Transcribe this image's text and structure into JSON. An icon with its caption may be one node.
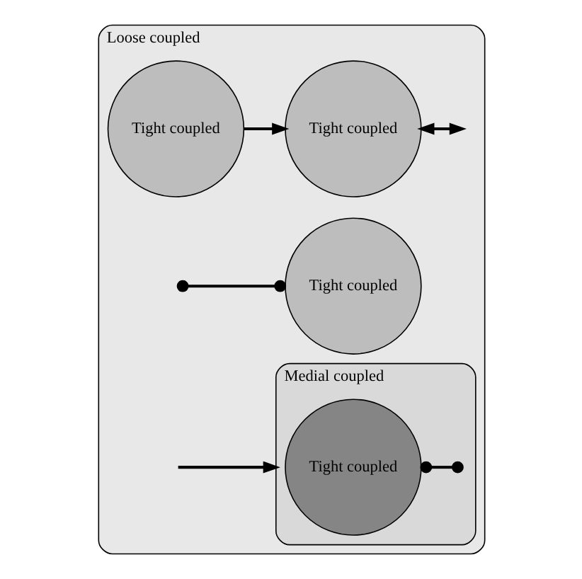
{
  "diagram": {
    "nodes": [
      {
        "text": [
          "Loose coupled"
        ]
      },
      {
        "text": [
          "Tight coupled"
        ],
        "in": 0
      },
      {
        "text": [
          "Tight coupled"
        ],
        "in": 0
      },
      {
        "text": [
          "Tight coupled"
        ],
        "in": 0
      },
      {
        "text": [
          "Medial coupled"
        ],
        "in": 0
      },
      {
        "text": [
          "Tight coupled"
        ],
        "in": 4
      }
    ],
    "edges": [
      {
        "from": 2,
        "to": 1,
        "arrow": "to"
      },
      {
        "from": 1,
        "to": null,
        "arrow": "both"
      },
      {
        "from": null,
        "to": 3,
        "arrow": "other"
      },
      {
        "from": 5,
        "to": null,
        "arrow": "other"
      },
      {
        "from": null,
        "to": 4,
        "arrow": "to"
      }
    ]
  }
}
